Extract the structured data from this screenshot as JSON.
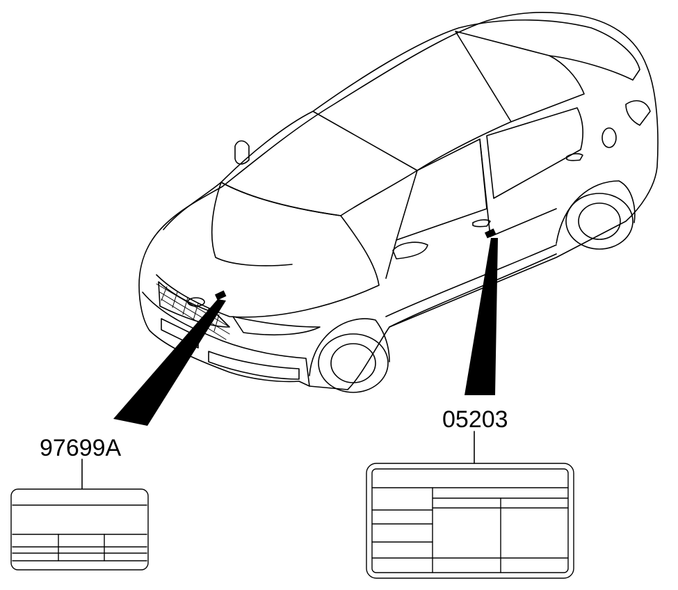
{
  "diagram": {
    "parts": [
      {
        "part_number": "97699A",
        "location": "hood"
      },
      {
        "part_number": "05203",
        "location": "driver-door-pillar"
      }
    ],
    "colors": {
      "line": "#000000",
      "background": "#ffffff"
    }
  }
}
